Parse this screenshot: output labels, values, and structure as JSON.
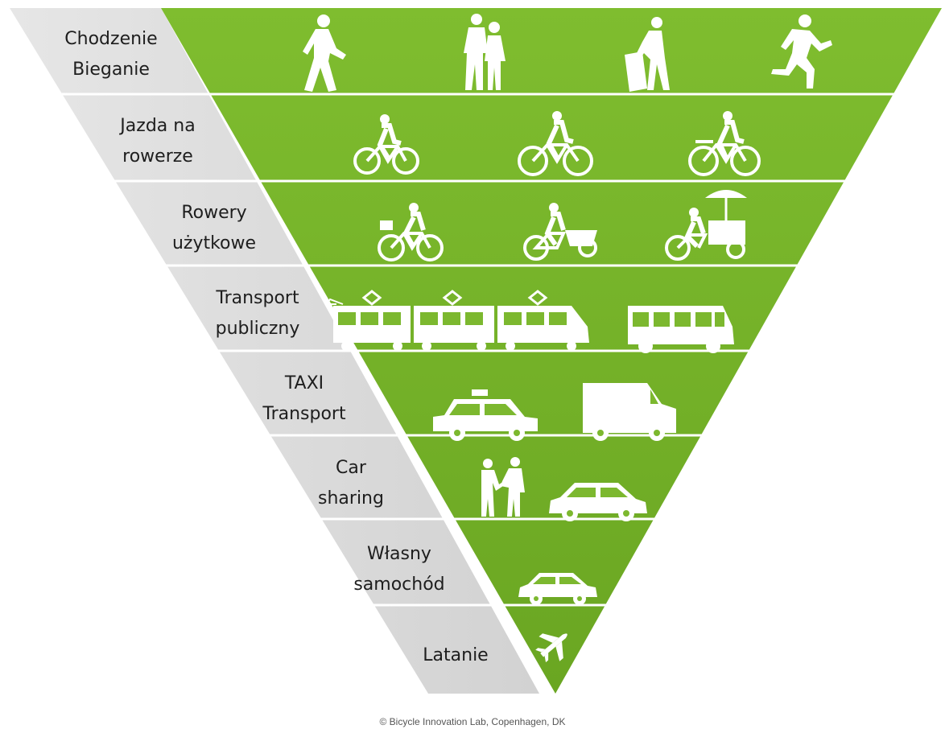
{
  "colors": {
    "band": "#7cb82f",
    "band_dark": "#6aa522",
    "label_bg": "#dedede",
    "line": "#ffffff"
  },
  "tiers": [
    {
      "lines": [
        "Chodzenie",
        "Bieganie"
      ],
      "icons": [
        "walking-person-icon",
        "couple-walking-icon",
        "person-with-luggage-icon",
        "running-person-icon"
      ]
    },
    {
      "lines": [
        "Jazda na",
        "rowerze"
      ],
      "icons": [
        "cyclist-icon",
        "cyclist-icon",
        "cyclist-icon"
      ]
    },
    {
      "lines": [
        "Rowery",
        "użytkowe"
      ],
      "icons": [
        "cyclist-with-basket-icon",
        "cargo-bike-icon",
        "vendor-bike-icon"
      ]
    },
    {
      "lines": [
        "Transport",
        "publiczny"
      ],
      "icons": [
        "tram-icon",
        "bus-icon"
      ]
    },
    {
      "lines": [
        "TAXI",
        "Transport"
      ],
      "icons": [
        "taxi-icon",
        "van-icon"
      ]
    },
    {
      "lines": [
        "Car",
        "sharing"
      ],
      "icons": [
        "people-sharing-icon",
        "car-icon"
      ]
    },
    {
      "lines": [
        "Własny",
        "samochód"
      ],
      "icons": [
        "car-icon"
      ]
    },
    {
      "lines": [
        "Latanie"
      ],
      "icons": [
        "airplane-icon"
      ]
    }
  ],
  "credit": "© Bicycle Innovation Lab, Copenhagen, DK"
}
